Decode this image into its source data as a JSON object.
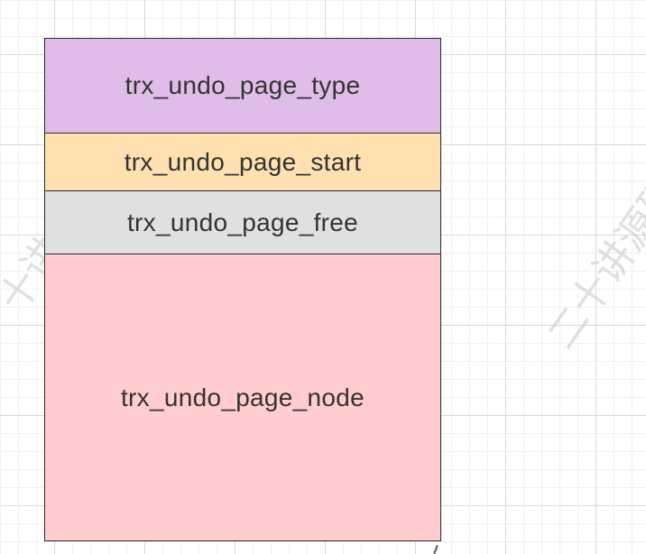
{
  "diagram": {
    "fields": [
      {
        "label": "trx_undo_page_type",
        "color": "#e0bce8"
      },
      {
        "label": "trx_undo_page_start",
        "color": "#ffe0b0"
      },
      {
        "label": "trx_undo_page_free",
        "color": "#e0e0e0"
      },
      {
        "label": "trx_undo_page_node",
        "color": "#ffccd0"
      }
    ]
  },
  "watermark": {
    "text": "二十讲源码",
    "text_left": "十讲"
  }
}
